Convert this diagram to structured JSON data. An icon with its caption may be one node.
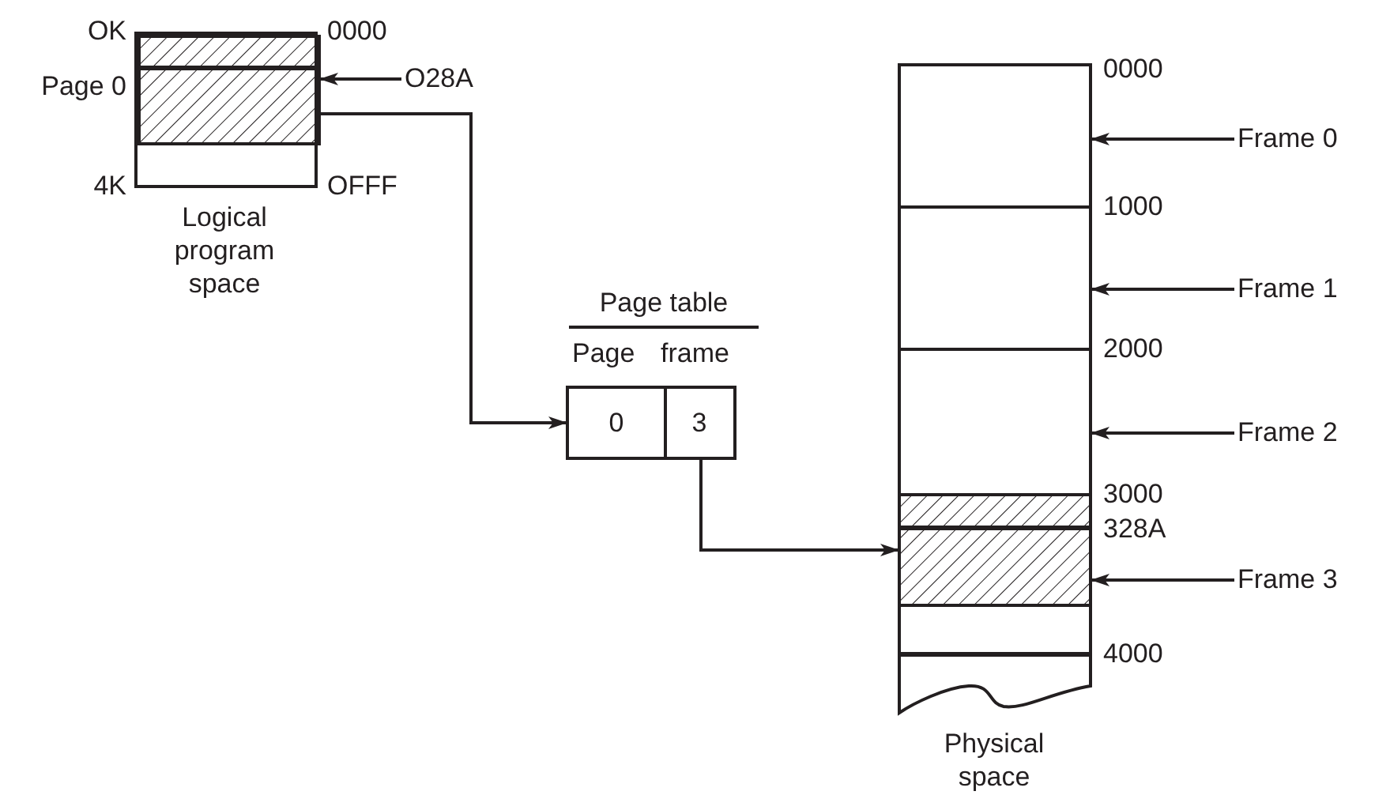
{
  "diagram": {
    "nodes": [
      {
        "text": [],
        "shape": "box",
        "beside": [
          "Logical program space"
        ]
      },
      {
        "text": [],
        "shape": "bar",
        "in": 0,
        "beside": [
          "Page 0"
        ]
      },
      {
        "text": [
          "O28A"
        ]
      },
      {
        "text": [
          "Page table"
        ]
      },
      {
        "text": [
          "0"
        ],
        "in": 3
      },
      {
        "text": [
          "3"
        ],
        "in": 3
      },
      {
        "text": [],
        "shape": "box",
        "beside": [
          "Physical space"
        ]
      },
      {
        "text": [],
        "shape": "bar",
        "in": 6
      },
      {
        "text": [
          "Frame 0"
        ]
      },
      {
        "text": [
          "Frame 1"
        ]
      },
      {
        "text": [
          "Frame 2"
        ]
      },
      {
        "text": [
          "Frame 3"
        ]
      }
    ],
    "edges": [
      {
        "from": 1,
        "to": 4,
        "arrow": "to"
      },
      {
        "from": 5,
        "to": 7,
        "arrow": "to"
      },
      {
        "from": 2,
        "to": 1,
        "arrow": "to"
      },
      {
        "from": 8,
        "to": 6,
        "arrow": "to"
      },
      {
        "from": 9,
        "to": 6,
        "arrow": "to"
      },
      {
        "from": 10,
        "to": 6,
        "arrow": "to"
      },
      {
        "from": 11,
        "to": 7,
        "arrow": "to"
      }
    ],
    "labels": [
      "OK",
      "0000",
      "4K",
      "OFFF",
      "Page",
      "frame",
      "0000",
      "1000",
      "2000",
      "3000",
      "328A",
      "4000"
    ]
  }
}
